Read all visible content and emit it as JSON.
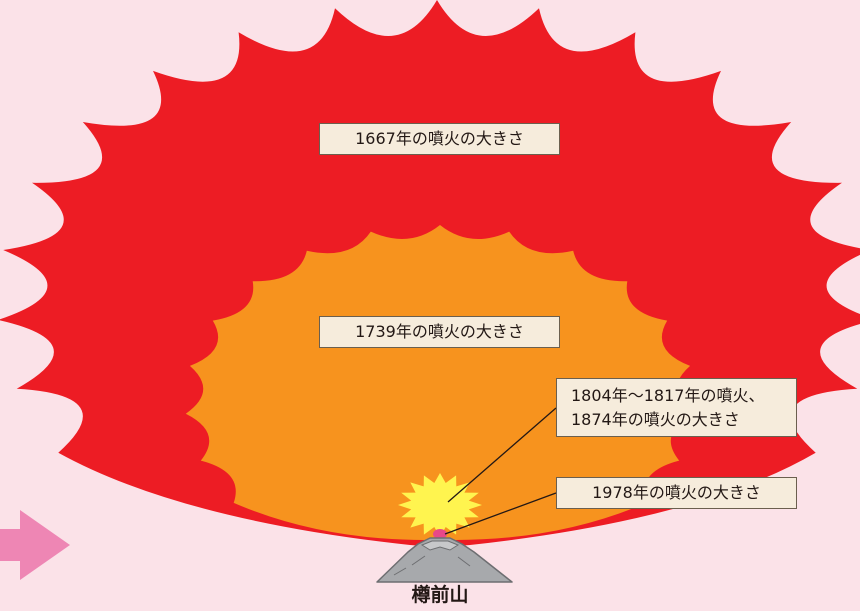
{
  "labels": {
    "eruption_1667": "1667年の噴火の大きさ",
    "eruption_1739": "1739年の噴火の大きさ",
    "eruption_1804_line1": "1804年～1817年の噴火、",
    "eruption_1804_line2": "1874年の噴火の大きさ",
    "eruption_1978": "1978年の噴火の大きさ"
  },
  "volcano": {
    "name": "樽前山"
  },
  "colors": {
    "background": "#fbe2e8",
    "burst_1667": "#ed1c24",
    "burst_1739": "#f7931e",
    "burst_1804": "#fff44f",
    "burst_1978": "#e84888",
    "volcano": "#a7a9ac",
    "arrow": "#ee86b4",
    "label_bg": "#f6ecdc"
  }
}
